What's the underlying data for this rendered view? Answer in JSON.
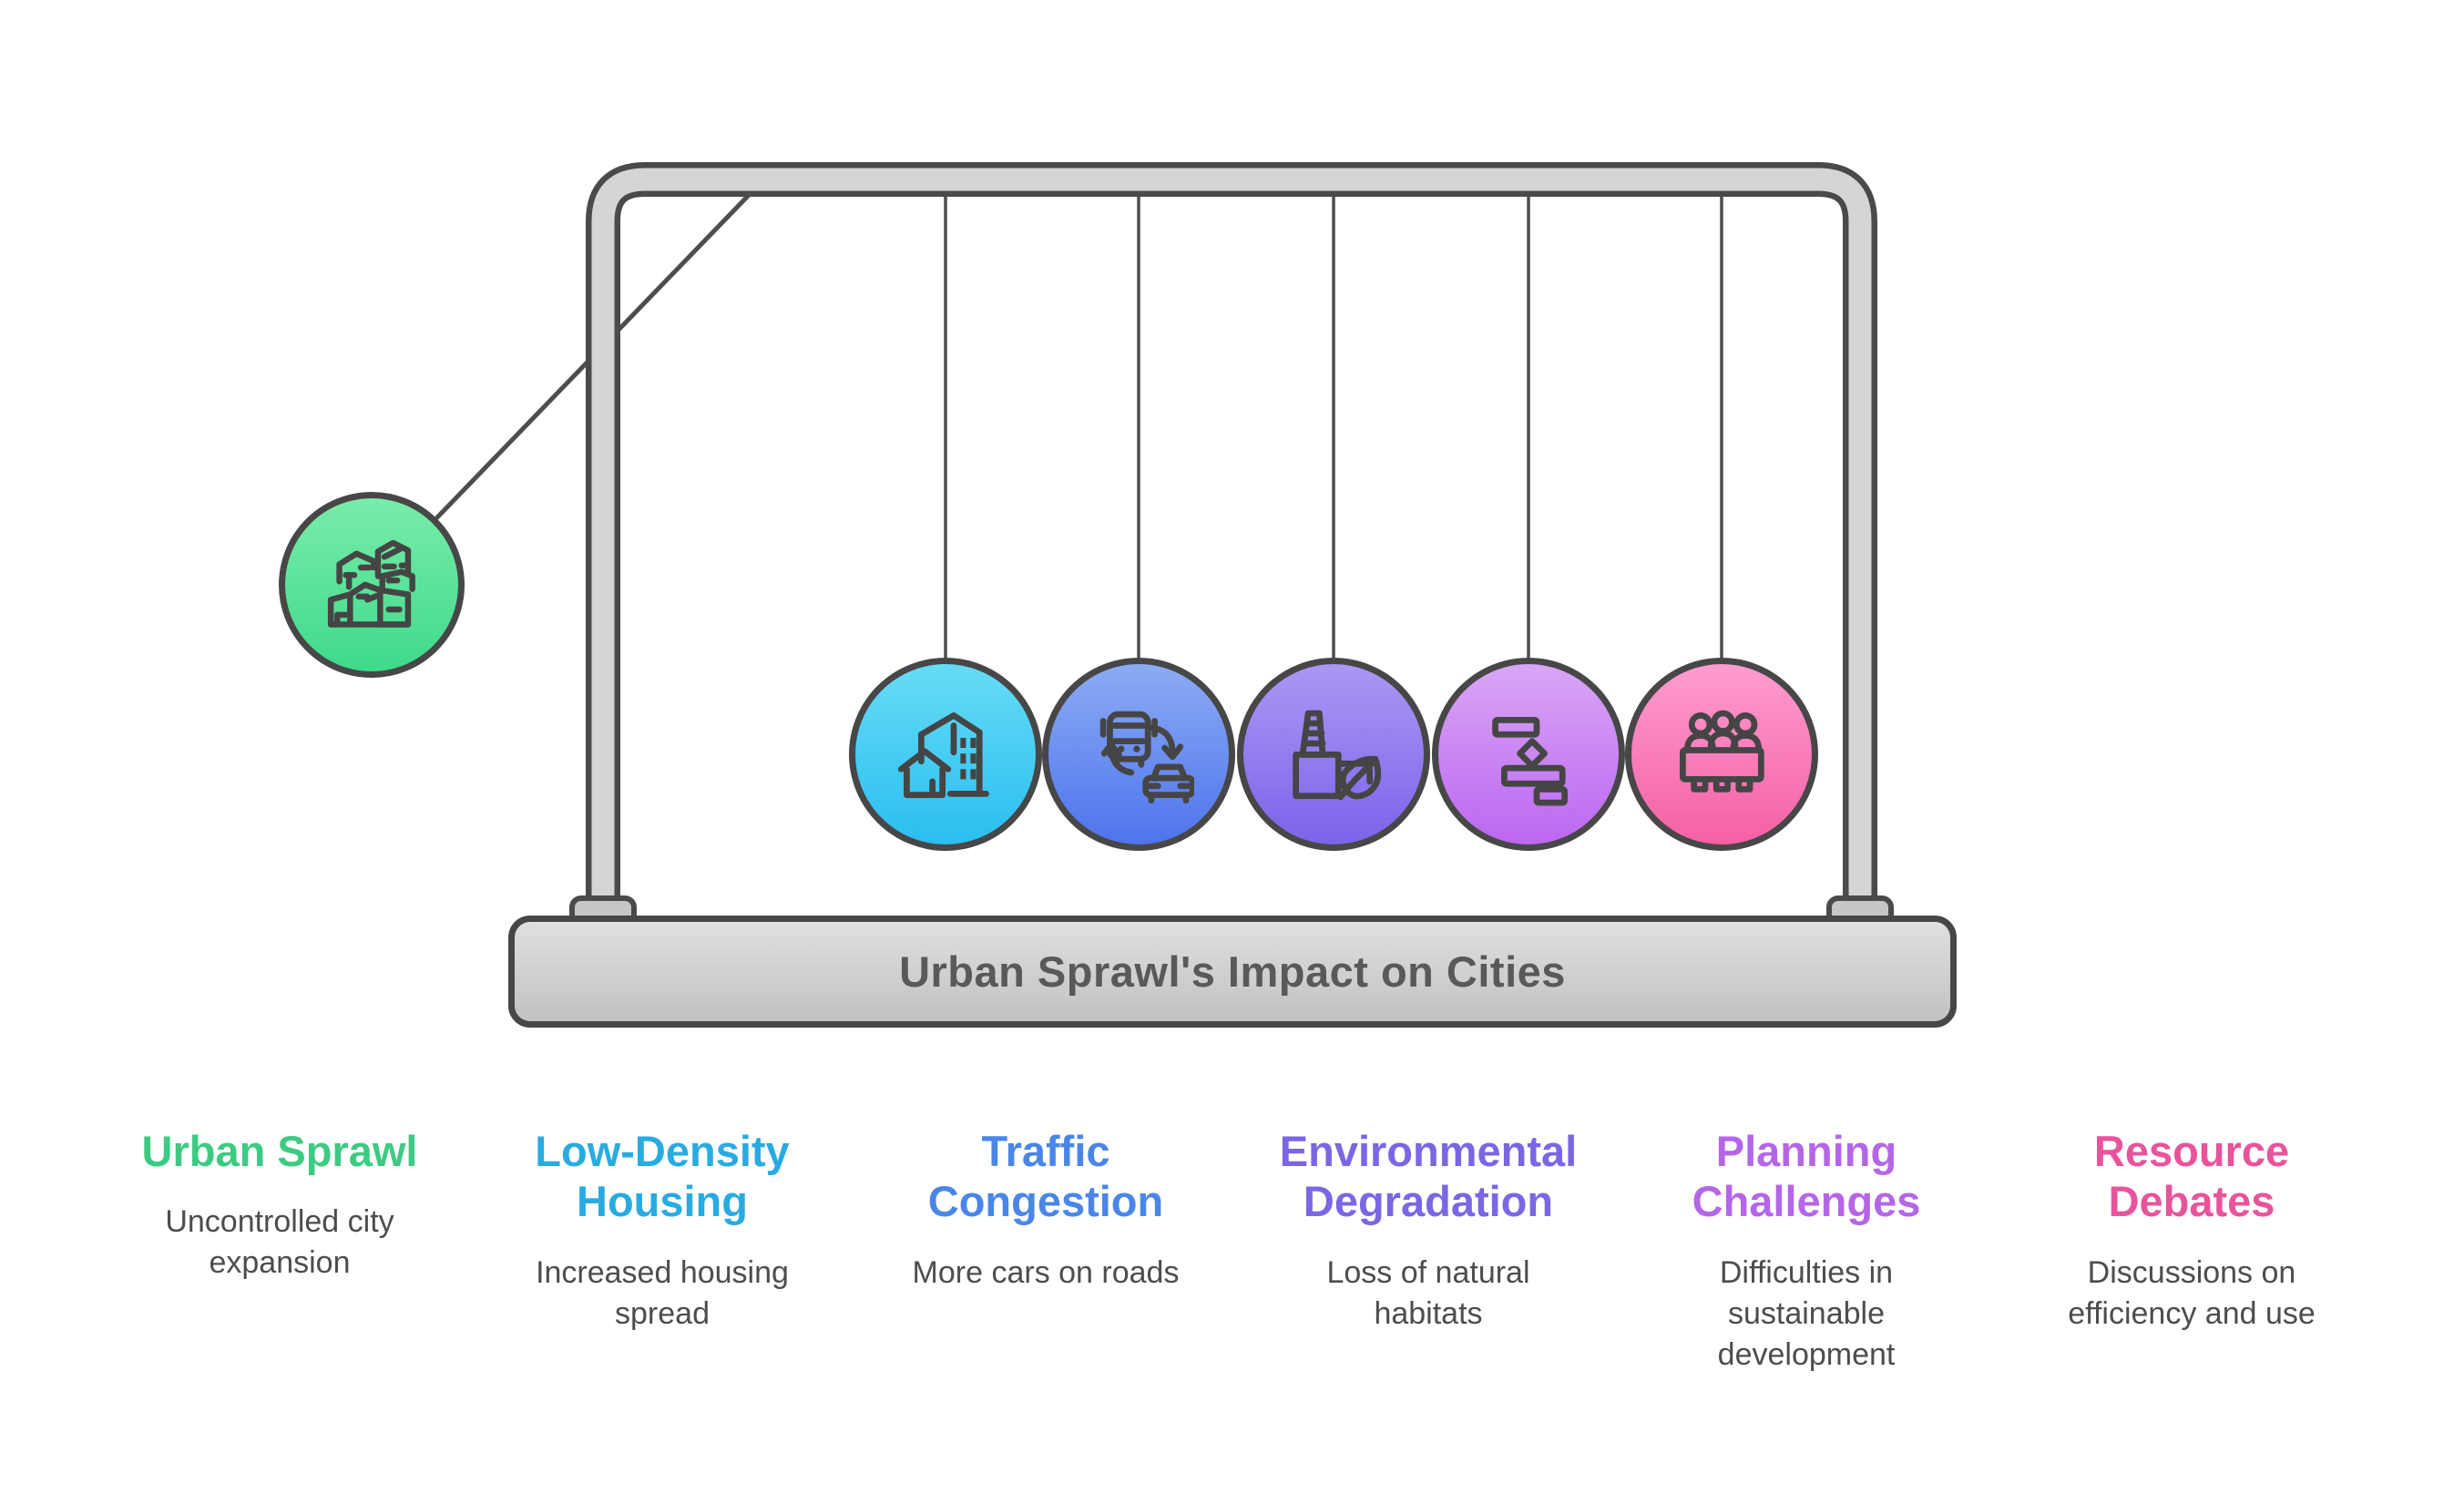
{
  "cradle": {
    "base_title": "Urban Sprawl's Impact on Cities",
    "frame_color": "#d5d5d5",
    "outline_color": "#4a4a4a",
    "string_color": "#4d4d4d"
  },
  "pendulum": {
    "raised_ball": {
      "icon": "urban-sprawl-buildings-icon",
      "gradient_top": "#79ECA9",
      "gradient_bottom": "#3FDA8A"
    },
    "hanging_balls": [
      {
        "icon": "housing-icon",
        "gradient_top": "#66DCF6",
        "gradient_bottom": "#2ABEF0"
      },
      {
        "icon": "bus-car-exchange-icon",
        "gradient_top": "#8CABF4",
        "gradient_bottom": "#4E74EC"
      },
      {
        "icon": "factory-leaf-icon",
        "gradient_top": "#AC97F4",
        "gradient_bottom": "#7C63EA"
      },
      {
        "icon": "gantt-plan-icon",
        "gradient_top": "#D9A6F6",
        "gradient_bottom": "#BC67F0"
      },
      {
        "icon": "meeting-people-icon",
        "gradient_top": "#FE9CCF",
        "gradient_bottom": "#F560A6"
      }
    ]
  },
  "legend": {
    "items": [
      {
        "title": "Urban Sprawl",
        "description": "Uncontrolled city expansion",
        "color": "#3DCB81"
      },
      {
        "title": "Low-Density Housing",
        "description": "Increased housing spread",
        "color": "#29ABE2"
      },
      {
        "title": "Traffic Congestion",
        "description": "More cars on roads",
        "color": "#4A86E8"
      },
      {
        "title": "Environmental Degradation",
        "description": "Loss of natural habitats",
        "color": "#7B66E3"
      },
      {
        "title": "Planning Challenges",
        "description": "Difficulties in sustainable development",
        "color": "#B566E8"
      },
      {
        "title": "Resource Debates",
        "description": "Discussions on efficiency and use",
        "color": "#E8549B"
      }
    ]
  }
}
